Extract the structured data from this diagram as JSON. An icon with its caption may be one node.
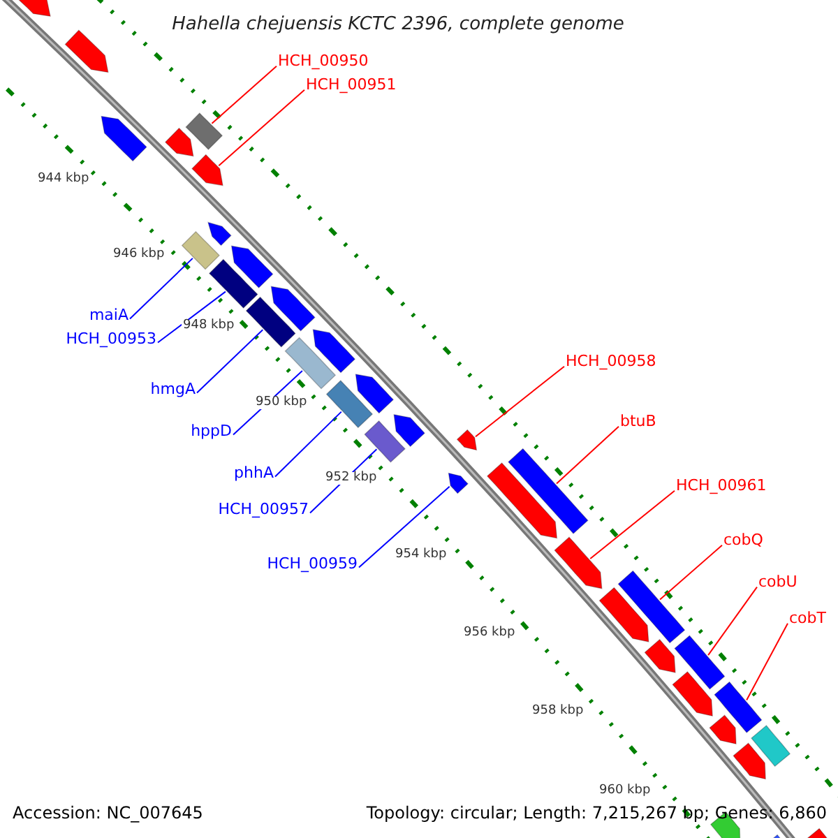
{
  "diagram": {
    "title": "Hahella chejuensis KCTC 2396, complete genome",
    "nodes": [
      {
        "text": [
          "HCH_00950"
        ]
      },
      {
        "text": [
          "HCH_00951"
        ]
      },
      {
        "text": [
          "maiA"
        ]
      },
      {
        "text": [
          "HCH_00953"
        ]
      },
      {
        "text": [
          "HCH_00958"
        ]
      },
      {
        "text": [
          "hmgA"
        ]
      },
      {
        "text": [
          "btuB"
        ]
      },
      {
        "text": [
          "hppD"
        ]
      },
      {
        "text": [
          "phhA"
        ]
      },
      {
        "text": [
          "HCH_00961"
        ]
      },
      {
        "text": [
          "HCH_00957"
        ]
      },
      {
        "text": [
          "cobQ"
        ]
      },
      {
        "text": [
          "HCH_00959"
        ]
      },
      {
        "text": [
          "cobU"
        ]
      },
      {
        "text": [
          "cobT"
        ]
      },
      {
        "text": [],
        "shape": "arrow"
      },
      {
        "text": [],
        "shape": "arrow"
      },
      {
        "text": [],
        "shape": "arrow"
      },
      {
        "text": [],
        "shape": "arrow"
      },
      {
        "text": [],
        "shape": "box"
      },
      {
        "text": [],
        "shape": "arrow"
      },
      {
        "text": [],
        "shape": "box"
      },
      {
        "text": [],
        "shape": "arrow"
      },
      {
        "text": [],
        "shape": "box"
      },
      {
        "text": [],
        "shape": "arrow"
      },
      {
        "text": [],
        "shape": "box"
      },
      {
        "text": [],
        "shape": "arrow"
      },
      {
        "text": [],
        "shape": "box"
      },
      {
        "text": [],
        "shape": "arrow"
      },
      {
        "text": [],
        "shape": "box"
      },
      {
        "text": [],
        "shape": "arrow"
      },
      {
        "text": [],
        "shape": "box"
      },
      {
        "text": [],
        "shape": "arrow"
      },
      {
        "text": [],
        "shape": "arrow"
      },
      {
        "text": [],
        "shape": "arrow"
      },
      {
        "text": [],
        "shape": "arrow"
      },
      {
        "text": [],
        "shape": "box"
      },
      {
        "text": [],
        "shape": "arrow"
      },
      {
        "text": [],
        "shape": "box"
      },
      {
        "text": [],
        "shape": "arrow"
      },
      {
        "text": [],
        "shape": "arrow"
      },
      {
        "text": [],
        "shape": "box"
      },
      {
        "text": [],
        "shape": "arrow"
      },
      {
        "text": [],
        "shape": "box"
      },
      {
        "text": [],
        "shape": "arrow"
      },
      {
        "text": [],
        "shape": "box"
      },
      {
        "text": [],
        "shape": "arrow"
      },
      {
        "text": [],
        "shape": "arrow"
      },
      {
        "text": [],
        "shape": "arrow"
      },
      {
        "text": [],
        "shape": "arrow"
      }
    ],
    "edges": [
      {
        "from": 0,
        "to": 19,
        "arrow": "none"
      },
      {
        "from": 1,
        "to": 20,
        "arrow": "none"
      },
      {
        "from": 2,
        "to": 21,
        "arrow": "none",
        "color": "#0000ff"
      },
      {
        "from": 3,
        "to": 23,
        "arrow": "none",
        "color": "#0000ff"
      },
      {
        "from": 4,
        "to": 33,
        "arrow": "none"
      },
      {
        "from": 5,
        "to": 25,
        "arrow": "none",
        "color": "#0000ff"
      },
      {
        "from": 6,
        "to": 36,
        "arrow": "none"
      },
      {
        "from": 7,
        "to": 27,
        "arrow": "none",
        "color": "#0000ff"
      },
      {
        "from": 8,
        "to": 29,
        "arrow": "none",
        "color": "#0000ff"
      },
      {
        "from": 9,
        "to": 37,
        "arrow": "none"
      },
      {
        "from": 10,
        "to": 31,
        "arrow": "none",
        "color": "#0000ff"
      },
      {
        "from": 11,
        "to": 38,
        "arrow": "none"
      },
      {
        "from": 12,
        "to": 34,
        "arrow": "none",
        "color": "#0000ff"
      },
      {
        "from": 13,
        "to": 41,
        "arrow": "none"
      },
      {
        "from": 14,
        "to": 43,
        "arrow": "none"
      }
    ],
    "labels": [
      "944 kbp",
      "946 kbp",
      "948 kbp",
      "950 kbp",
      "952 kbp",
      "954 kbp",
      "956 kbp",
      "958 kbp",
      "960 kbp",
      "Accession: NC_007645",
      "Topology: circular; Length: 7,215,267 bp; Genes: 6,860"
    ]
  }
}
